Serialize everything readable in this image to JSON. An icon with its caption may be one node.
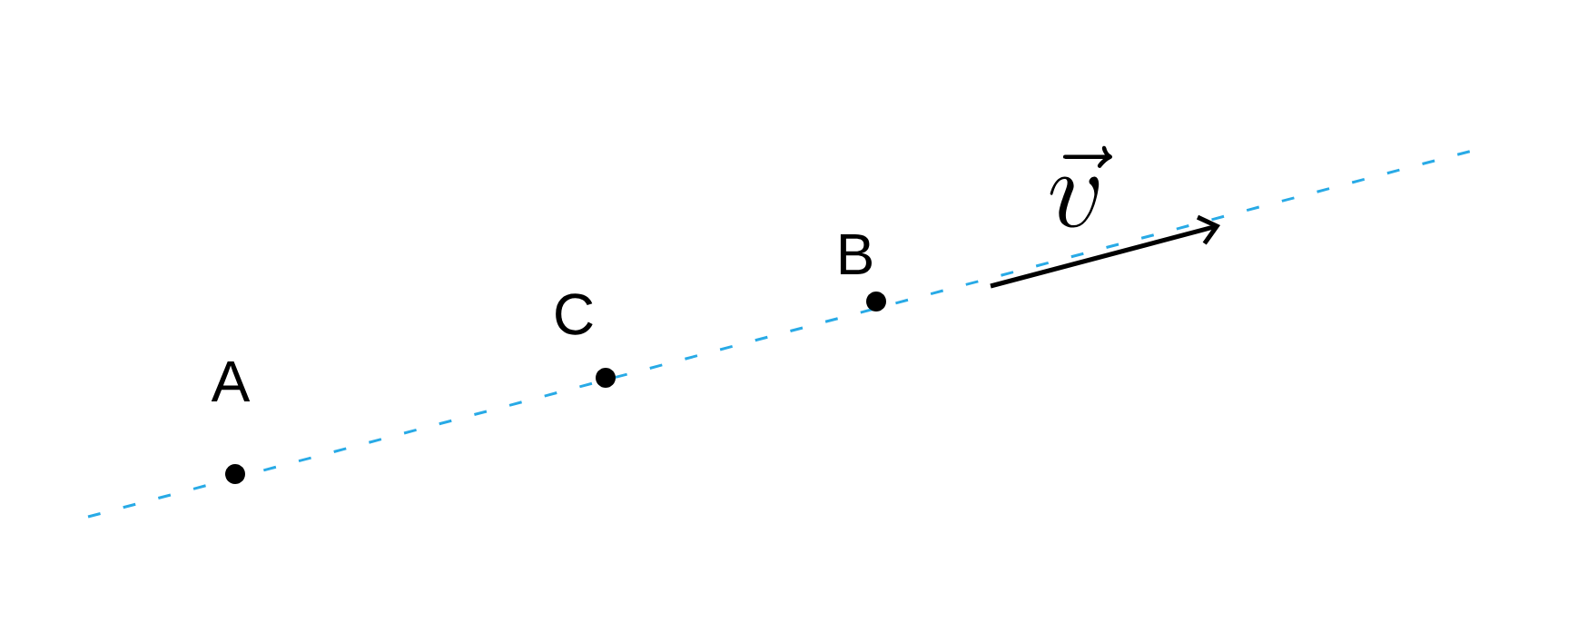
{
  "diagram": {
    "labels": [
      "A",
      "C",
      "B",
      "\\vec{v}"
    ]
  }
}
